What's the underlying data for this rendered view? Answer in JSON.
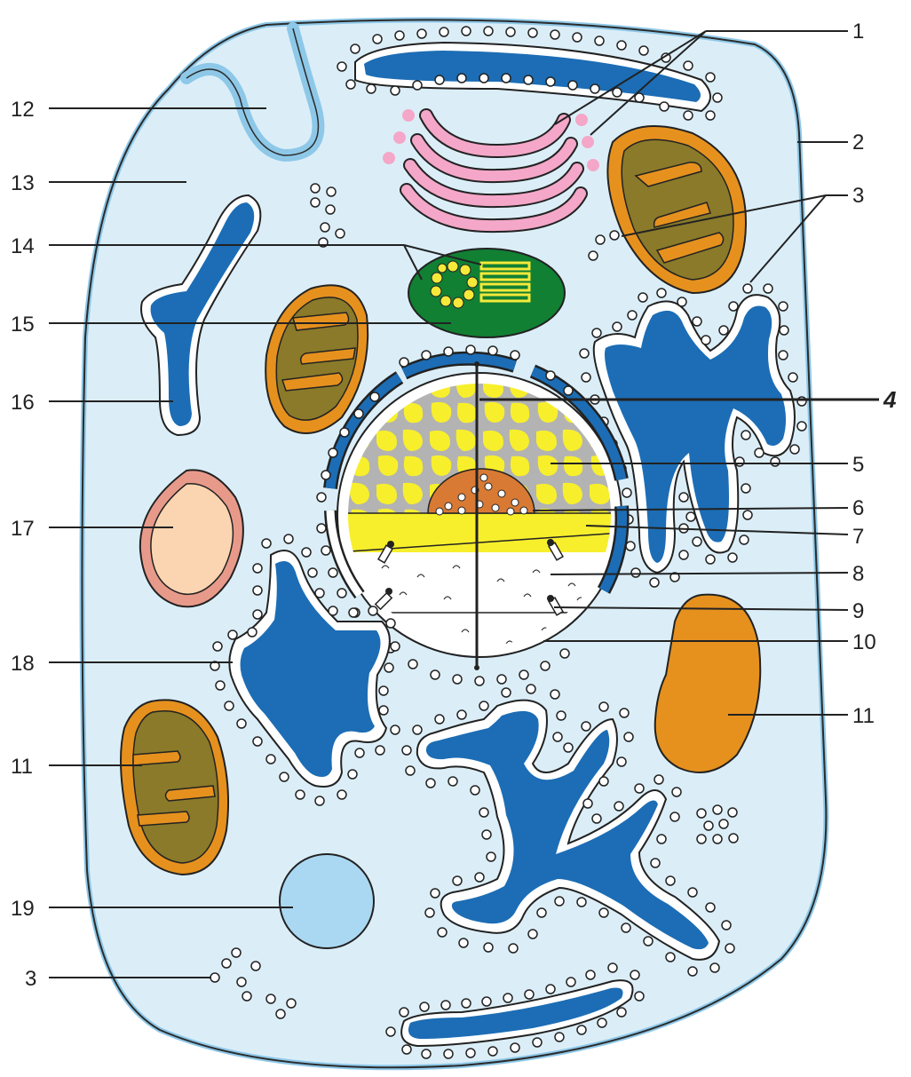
{
  "labels": {
    "l1": "1",
    "l2": "2",
    "l3a": "3",
    "l3b": "3",
    "l4": "4",
    "l5": "5",
    "l6": "6",
    "l7": "7",
    "l8": "8",
    "l9": "9",
    "l10": "10",
    "l11a": "11",
    "l11b": "11",
    "l12": "12",
    "l13": "13",
    "l14": "14",
    "l15": "15",
    "l16": "16",
    "l17": "17",
    "l18": "18",
    "l19": "19"
  },
  "colors": {
    "cytoplasm": "#dbeef8",
    "membrane": "#8ec8e8",
    "er_lumen": "#1c6db5",
    "mito_outer": "#e6911e",
    "mito_inner": "#8a7a2a",
    "golgi": "#f4a7c8",
    "chloroplast": "#118033",
    "chloro_detail": "#f5e93a",
    "nucleoplasm": "#f7ef2c",
    "chromatin": "#b3b3b3",
    "nucleolus": "#d97a34",
    "vacuole_fill": "#fbd5b1",
    "vacuole_rim": "#e89a8a",
    "lysosome": "#aad8f2"
  }
}
